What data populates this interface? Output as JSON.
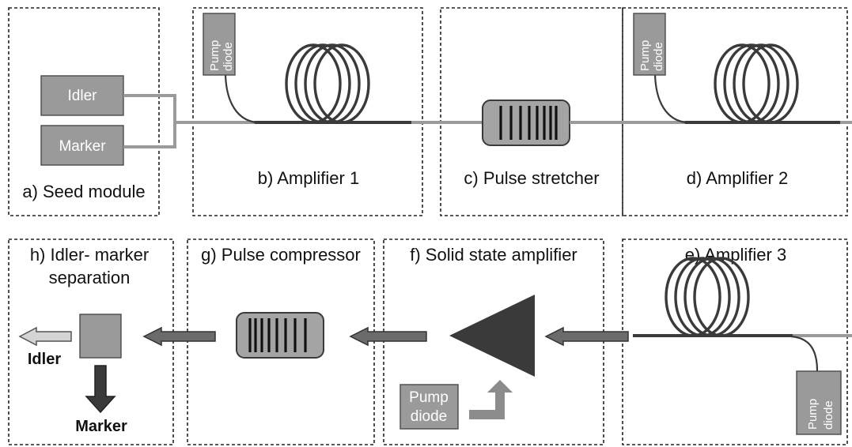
{
  "modules": {
    "seed": "a) Seed module",
    "amp1": "b) Amplifier 1",
    "stretcher": "c) Pulse stretcher",
    "amp2": "d) Amplifier 2",
    "amp3": "e) Amplifier 3",
    "solid_state": "f) Solid state amplifier",
    "compressor": "g) Pulse compressor",
    "separation_line1": "h) Idler- marker",
    "separation_line2": "separation"
  },
  "seed_sources": {
    "idler": "Idler",
    "marker": "Marker"
  },
  "pump_diode": {
    "line1": "Pump",
    "line2": "diode"
  },
  "outputs": {
    "idler": "Idler",
    "marker": "Marker"
  },
  "colors": {
    "light_fiber": "#9a9a9a",
    "dark_fiber": "#3a3a3a",
    "box_fill": "#9a9a9a",
    "flow_arrow": "#6b6b6b"
  }
}
